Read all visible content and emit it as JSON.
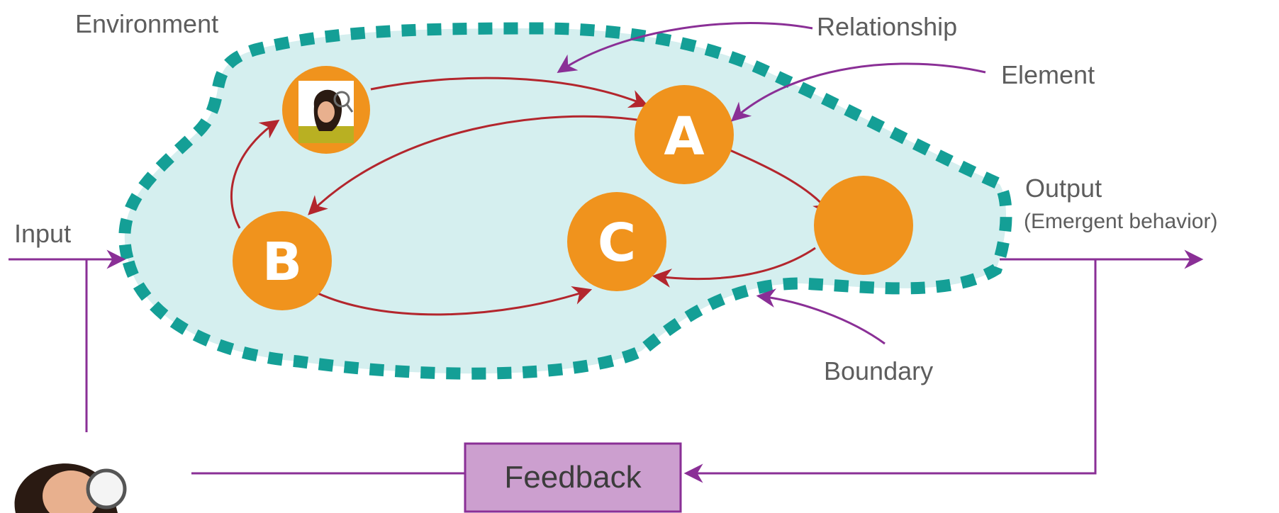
{
  "labels": {
    "environment": "Environment",
    "relationship": "Relationship",
    "element": "Element",
    "output": "Output",
    "emergent": "(Emergent behavior)",
    "input": "Input",
    "boundary": "Boundary",
    "feedback": "Feedback"
  },
  "nodes": {
    "a": "A",
    "b": "B",
    "c": "C"
  },
  "colors": {
    "boundary_fill": "#d5efef",
    "boundary_dash": "#149f96",
    "node": "#f0931d",
    "arrow_red": "#b3262d",
    "arrow_purple": "#8a2f96",
    "feedback_fill": "#cc9fcf",
    "feedback_stroke": "#8a2f96"
  },
  "icons": {
    "person_small": "woman-with-magnifier",
    "person_large": "woman-with-magnifier"
  }
}
